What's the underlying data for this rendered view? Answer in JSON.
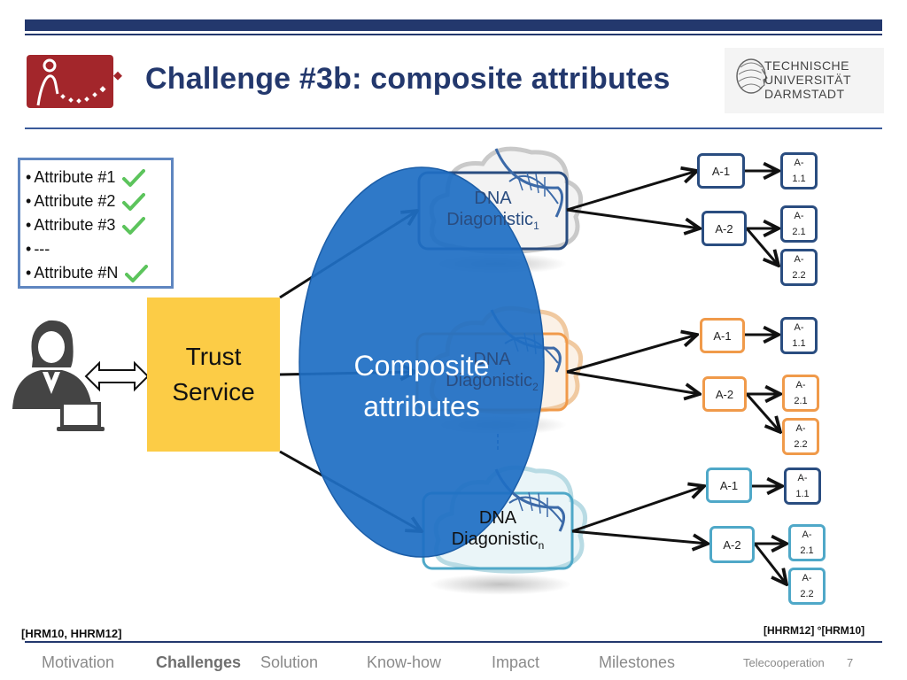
{
  "slide": {
    "title": "Challenge #3b: composite attributes",
    "university": [
      "TECHNISCHE",
      "UNIVERSITÄT",
      "DARMSTADT"
    ],
    "colors": {
      "navy": "#23386d",
      "logo_red": "#a3262b",
      "trust_yellow": "#fccc46",
      "ellipse_blue": "#1f6fc4",
      "node_navy": "#2a4d80",
      "node_orange": "#f09a4a",
      "node_teal": "#4fa8c8",
      "check_green": "#5cc45c"
    }
  },
  "attributes": {
    "items": [
      {
        "label": "Attribute #1",
        "checked": true
      },
      {
        "label": "Attribute #2",
        "checked": true
      },
      {
        "label": "Attribute #3",
        "checked": true
      },
      {
        "label": "---",
        "checked": false
      },
      {
        "label": "Attribute #N",
        "checked": true
      }
    ]
  },
  "diagram": {
    "user_icon": "businesswoman-laptop-icon",
    "trust_service": [
      "Trust",
      "Service"
    ],
    "composite": [
      "Composite",
      "attributes"
    ],
    "services": [
      {
        "line1": "DNA",
        "line2": "Diagonistic",
        "sub": "1",
        "theme": "navy"
      },
      {
        "line1": "DNA",
        "line2": "Diagonistic",
        "sub": "2",
        "theme": "orange"
      },
      {
        "line1": "DNA",
        "line2": "Diagonistic",
        "sub": "n",
        "theme": "teal"
      }
    ],
    "ellipsis": "¦",
    "attribute_trees": [
      {
        "a1": "A-1",
        "a11": [
          "A-",
          "1.1"
        ],
        "a2": "A-2",
        "a21": [
          "A-",
          "2.1"
        ],
        "a22": [
          "A-",
          "2.2"
        ]
      },
      {
        "a1": "A-1",
        "a11": [
          "A-",
          "1.1"
        ],
        "a2": "A-2",
        "a21": [
          "A-",
          "2.1"
        ],
        "a22": [
          "A-",
          "2.2"
        ]
      },
      {
        "a1": "A-1",
        "a11": [
          "A-",
          "1.1"
        ],
        "a2": "A-2",
        "a21": [
          "A-",
          "2.1"
        ],
        "a22": [
          "A-",
          "2.2"
        ]
      }
    ]
  },
  "footer": {
    "ref_left": "[HRM10, HHRM12]",
    "ref_right": "[HHRM12] °[HRM10]",
    "nav": [
      "Motivation",
      "Challenges",
      "Solution",
      "Know-how",
      "Impact",
      "Milestones"
    ],
    "active_nav": "Challenges",
    "group": "Telecooperation",
    "page": "7"
  }
}
